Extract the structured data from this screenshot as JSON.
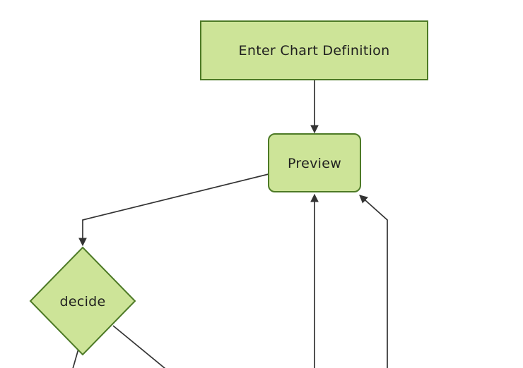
{
  "diagram": {
    "type": "flowchart",
    "orientation": "top-down",
    "background_color": "#ffffff",
    "theme": {
      "node_fill": "#cde498",
      "node_stroke": "#4d7a26",
      "edge_color": "#333333",
      "label_color": "#1f1f1f"
    },
    "nodes": [
      {
        "id": "enter-chart-definition",
        "label": "Enter Chart Definition",
        "shape": "rectangle"
      },
      {
        "id": "preview",
        "label": "Preview",
        "shape": "rounded-rectangle"
      },
      {
        "id": "decide",
        "label": "decide",
        "shape": "diamond"
      }
    ],
    "edges": [
      {
        "from": "enter-chart-definition",
        "to": "preview",
        "arrowhead": true
      },
      {
        "from": "preview",
        "to": "decide",
        "arrowhead": true
      },
      {
        "from": "offscreen-bottom-center",
        "to": "preview",
        "arrowhead": true
      },
      {
        "from": "offscreen-bottom-right",
        "to": "preview",
        "arrowhead": true
      },
      {
        "from": "decide",
        "to": "offscreen-bottom-left",
        "arrowhead": false
      },
      {
        "from": "decide",
        "to": "offscreen-bottom",
        "arrowhead": false
      }
    ]
  }
}
